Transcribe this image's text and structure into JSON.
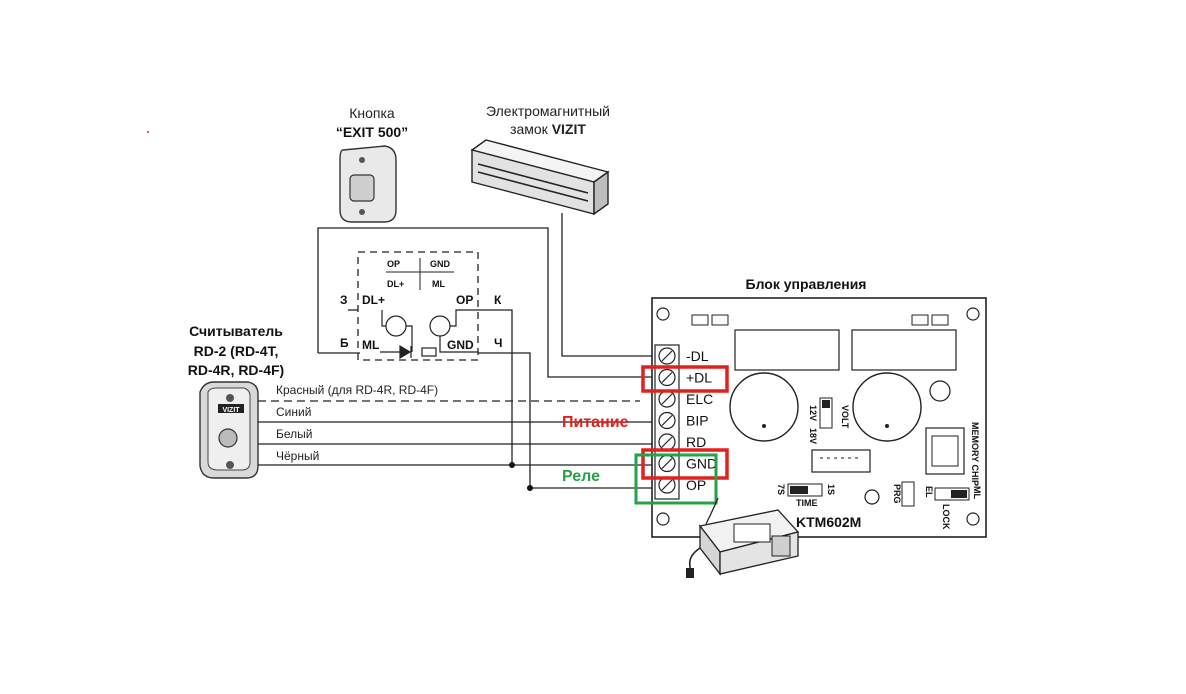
{
  "button": {
    "title_line1": "Кнопка",
    "title_line2": "“EXIT 500”"
  },
  "lock": {
    "title_line1": "Электромагнитный",
    "title_line2": "замок VIZIT",
    "brand_prefix": "замок ",
    "brand": "VIZIT"
  },
  "reader": {
    "title_line1": "Считыватель",
    "title_line2": "RD-2 (RD-4T,",
    "title_line3": "RD-4R, RD-4F)",
    "logo": "VIZIT",
    "wires": [
      "Красный (для RD-4R, RD-4F)",
      "Синий",
      "Белый",
      "Чёрный"
    ]
  },
  "circuit": {
    "left_top": "З",
    "left_bottom": "Б",
    "right_top": "К",
    "right_bottom": "Ч",
    "dl_plus": "DL+",
    "ml": "ML",
    "op": "OP",
    "gnd": "GND",
    "legend_op": "OP",
    "legend_gnd": "GND",
    "legend_dl": "DL+",
    "legend_ml": "ML"
  },
  "controller": {
    "title": "Блок управления",
    "model": "KTM602M",
    "terminals": [
      "-DL",
      "+DL",
      "ELC",
      "BIP",
      "RD",
      "GND",
      "OP"
    ],
    "jumper_volt": "VOLT",
    "jumper_12v": "12V",
    "jumper_18v": "18V",
    "jumper_time": "TIME",
    "jumper_7s": "7S",
    "jumper_1s": "1S",
    "jumper_prg": "PRG",
    "jumper_lock": "LOCK",
    "jumper_el": "EL",
    "jumper_ml": "ML",
    "memory_chip": "MEMORY CHIP"
  },
  "annotations": {
    "power": "Питание",
    "relay": "Реле"
  },
  "colors": {
    "power": "#e0211d",
    "relay": "#24a244",
    "line": "#111111"
  }
}
